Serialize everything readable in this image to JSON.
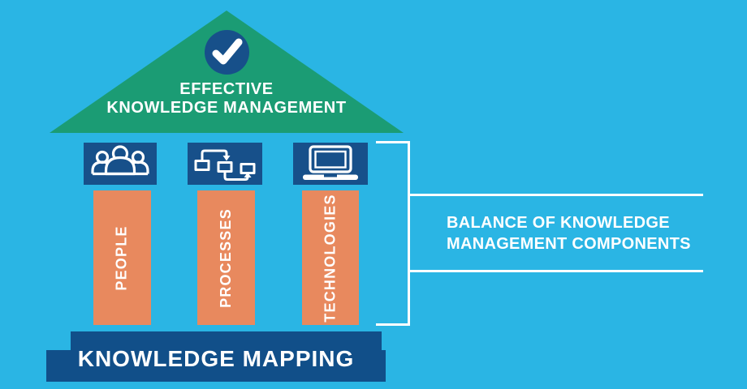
{
  "colors": {
    "background": "#2AB5E4",
    "roof_green": "#1B9C74",
    "dark_blue": "#17508A",
    "base_blue": "#114F89",
    "pillar_orange": "#E8895E",
    "text_white": "#FFFFFF"
  },
  "roof": {
    "badge_icon": "checkmark-icon",
    "title_line1": "EFFECTIVE",
    "title_line2": "KNOWLEDGE MANAGEMENT"
  },
  "pillars": [
    {
      "icon": "people-icon",
      "label": "PEOPLE"
    },
    {
      "icon": "process-icon",
      "label": "PROCESSES"
    },
    {
      "icon": "laptop-icon",
      "label": "TECHNOLOGIES"
    }
  ],
  "base": {
    "label": "KNOWLEDGE MAPPING"
  },
  "annotation": {
    "line1": "BALANCE OF KNOWLEDGE",
    "line2": "MANAGEMENT COMPONENTS"
  }
}
